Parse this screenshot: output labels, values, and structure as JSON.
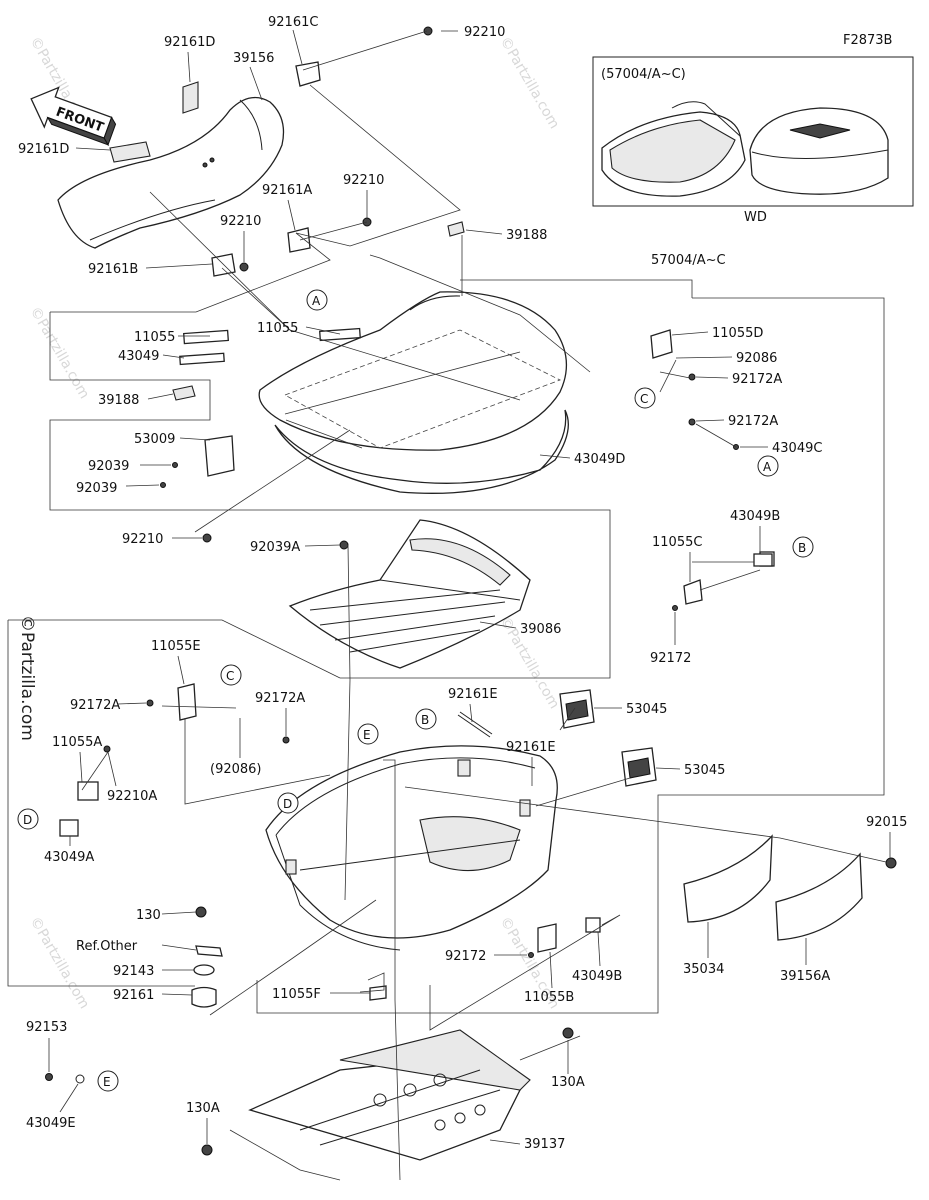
{
  "figure_code": "F2873B",
  "direction_label": "FRONT",
  "inset": {
    "title": "(57004/A~C)",
    "caption": "WD"
  },
  "watermark": "©Partzilla.com",
  "callouts": [
    "A",
    "B",
    "C",
    "D",
    "E"
  ],
  "parts": {
    "p92161D_top": "92161D",
    "p92161C": "92161C",
    "p92210_top": "92210",
    "p39156": "39156",
    "p92161D_left": "92161D",
    "p92161A": "92161A",
    "p92210_mid": "92210",
    "p92210_b": "92210",
    "p39188_top": "39188",
    "p92161B": "92161B",
    "p57004": "57004/A~C",
    "p11055_a": "11055",
    "p11055_b": "11055",
    "p43049": "43049",
    "p11055D": "11055D",
    "p92086": "92086",
    "p92172A_a": "92172A",
    "p39188_left": "39188",
    "p92172A_b": "92172A",
    "p43049C": "43049C",
    "p53009": "53009",
    "p43049D": "43049D",
    "p92039_a": "92039",
    "p92039_b": "92039",
    "p43049B_top": "43049B",
    "p92210_c": "92210",
    "p92039A": "92039A",
    "p11055C": "11055C",
    "p39086": "39086",
    "p92172_right": "92172",
    "p11055E": "11055E",
    "p92172A_c": "92172A",
    "p92172A_d": "92172A",
    "p92086_paren": "(92086)",
    "p92161E_a": "92161E",
    "p53045_a": "53045",
    "p92161E_b": "92161E",
    "p53045_b": "53045",
    "p11055A": "11055A",
    "p92210A": "92210A",
    "p43049A": "43049A",
    "p92015": "92015",
    "p130": "130",
    "pRefOther": "Ref.Other",
    "p92143": "92143",
    "p92161": "92161",
    "p92172_low": "92172",
    "p43049B_low": "43049B",
    "p11055B": "11055B",
    "p35034": "35034",
    "p39156A": "39156A",
    "p11055F": "11055F",
    "p92153": "92153",
    "p130A_right": "130A",
    "p43049E": "43049E",
    "p130A_left": "130A",
    "p39137": "39137"
  }
}
